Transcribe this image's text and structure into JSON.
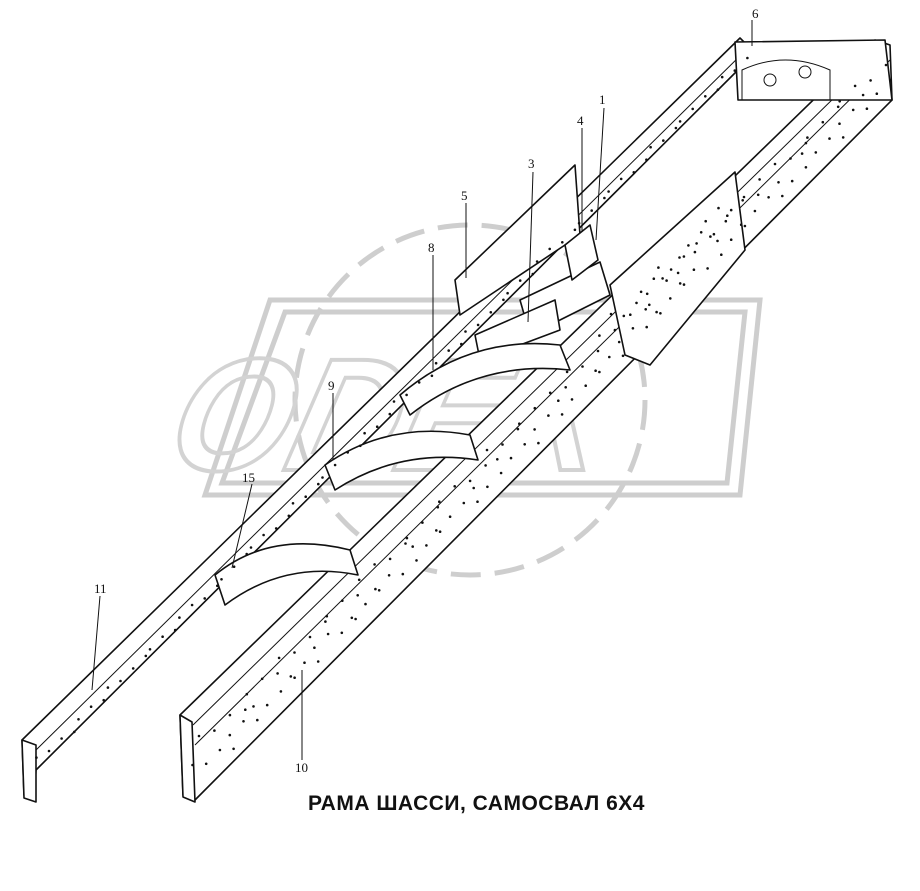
{
  "caption": "РАМА ШАССИ, САМОСВАЛ 6X4",
  "watermark_text": "ODEX",
  "callouts": [
    {
      "id": "c1",
      "label": "1"
    },
    {
      "id": "c3",
      "label": "3"
    },
    {
      "id": "c4",
      "label": "4"
    },
    {
      "id": "c5",
      "label": "5"
    },
    {
      "id": "c6",
      "label": "6"
    },
    {
      "id": "c8",
      "label": "8"
    },
    {
      "id": "c9",
      "label": "9"
    },
    {
      "id": "c10",
      "label": "10"
    },
    {
      "id": "c11",
      "label": "11"
    },
    {
      "id": "c15",
      "label": "15"
    }
  ],
  "colors": {
    "line": "#111111",
    "watermark": "#c9c9c9",
    "background": "#ffffff"
  }
}
